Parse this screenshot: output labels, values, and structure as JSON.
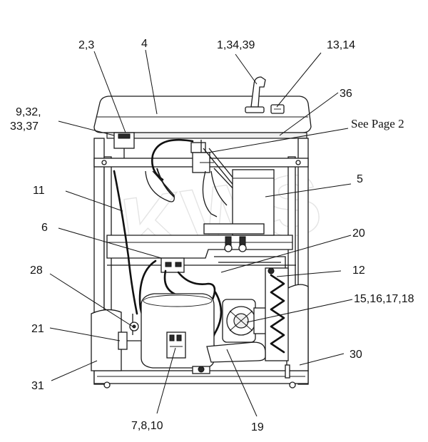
{
  "watermark": "KWS",
  "callouts": {
    "c_2_3": "2,3",
    "c_4": "4",
    "c_1_34_39": "1,34,39",
    "c_13_14": "13,14",
    "c_36": "36",
    "c_9_32_line1": "9,32,",
    "c_9_32_line2": "33,37",
    "c_see_page": "See Page 2",
    "c_11": "11",
    "c_5": "5",
    "c_6": "6",
    "c_20": "20",
    "c_28": "28",
    "c_12": "12",
    "c_15_18": "15,16,17,18",
    "c_21": "21",
    "c_30": "30",
    "c_31": "31",
    "c_7_8_10": "7,8,10",
    "c_19": "19"
  }
}
